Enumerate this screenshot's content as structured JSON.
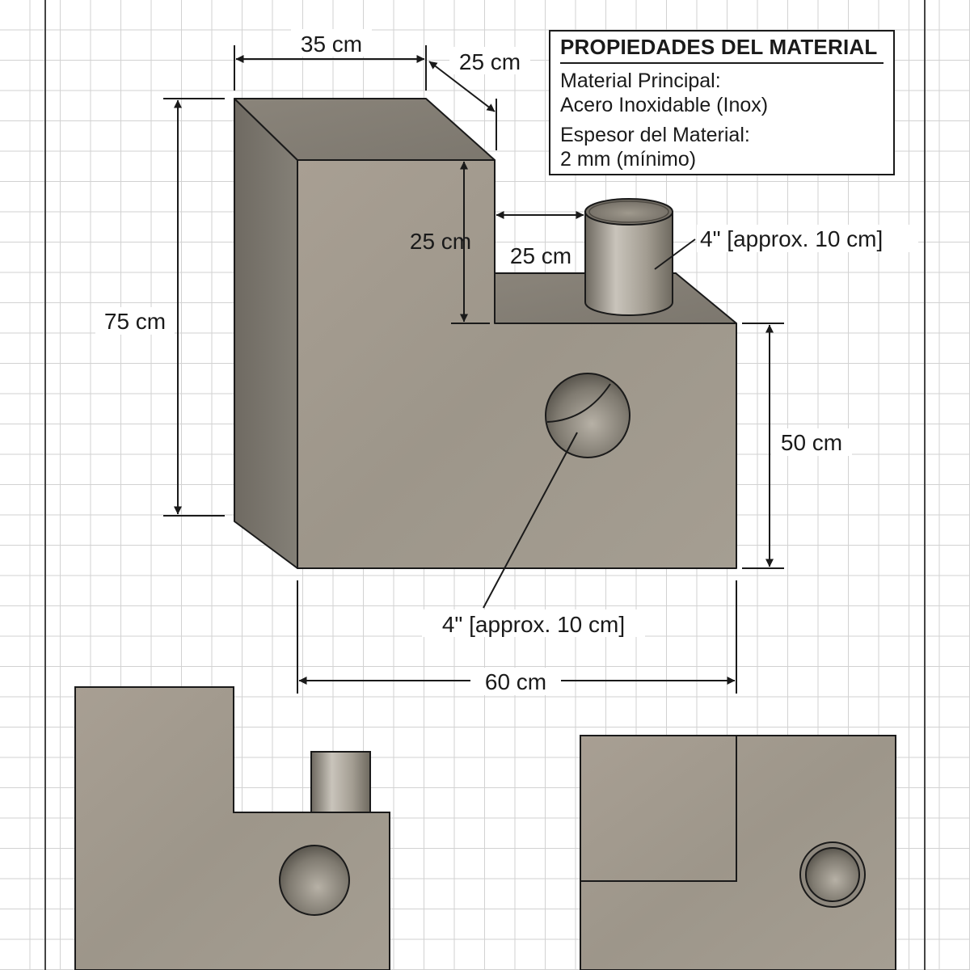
{
  "properties": {
    "title": "PROPIEDADES DEL MATERIAL",
    "main_material_label": "Material Principal:",
    "main_material_value": "Acero Inoxidable (Inox)",
    "thickness_label": "Espesor del Material:",
    "thickness_value": "2 mm (mínimo)"
  },
  "dimensions": {
    "top_width": "35 cm",
    "top_depth": "25 cm",
    "total_height": "75 cm",
    "step_height": "25 cm",
    "step_width": "25 cm",
    "flue_diameter": "4\" [approx. 10 cm]",
    "lower_height": "50 cm",
    "inlet_diameter": "4\" [approx. 10 cm]",
    "total_width": "60 cm"
  },
  "colors": {
    "steel_light": "#a69f93",
    "steel_mid": "#8c867b",
    "steel_dark": "#757067",
    "outline": "#1a1a1a",
    "grid": "#d2d2d2"
  }
}
